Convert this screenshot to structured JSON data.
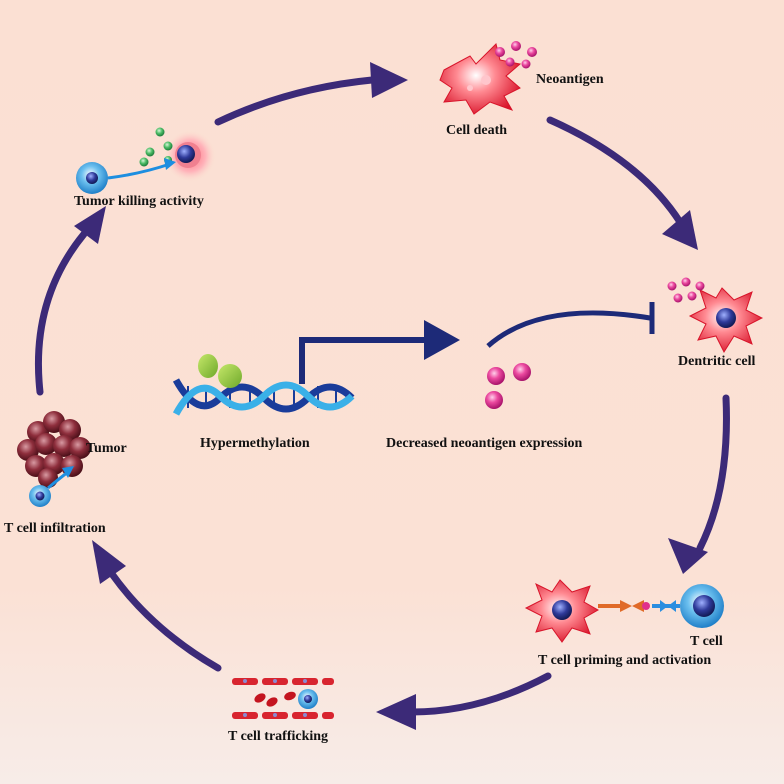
{
  "labels": {
    "neoantigen": "Neoantigen",
    "cell_death": "Cell death",
    "tumor_killing": "Tumor killing activity",
    "dendritic_cell": "Dentritic cell",
    "hypermethylation": "Hypermethylation",
    "decreased_neoantigen": "Decreased neoantigen expression",
    "tumor": "Tumor",
    "t_cell_infiltration": "T cell infiltration",
    "t_cell": "T cell",
    "t_cell_priming": "T cell priming and activation",
    "t_cell_trafficking": "T cell trafficking"
  },
  "colors": {
    "cycle_arrow": "#3c2a78",
    "inhibition_line": "#1d2a78",
    "tumor_cell": "#7a1f2a",
    "t_cell": "#4aa6e0",
    "dendritic_cell": "#e02a3a",
    "neoantigen": "#e0308c",
    "cytokine": "#3aa05a",
    "background": "#fbe0d3"
  }
}
